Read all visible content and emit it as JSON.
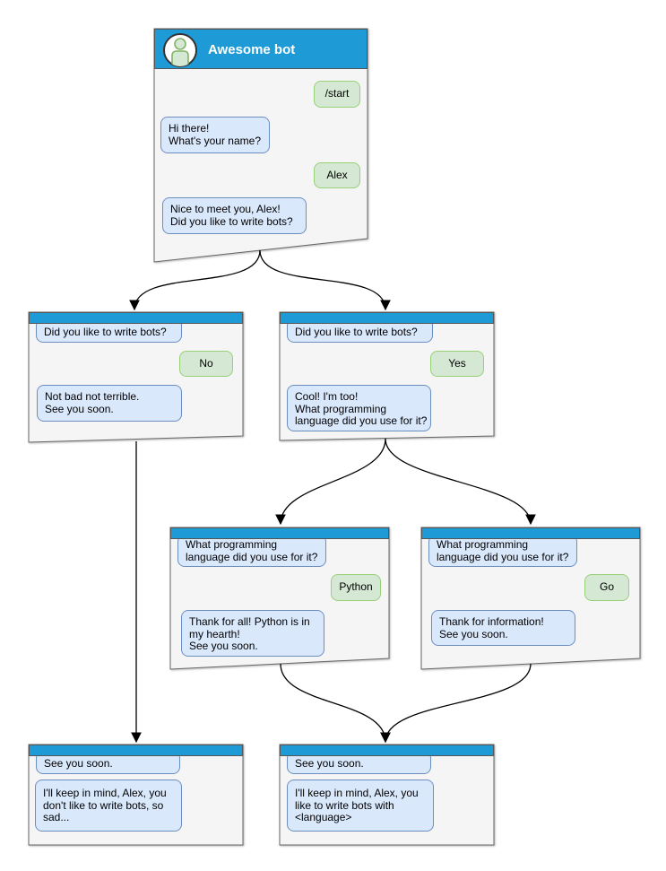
{
  "colors": {
    "header_blue": "#1E9BD7",
    "window_fill": "#F5F5F5",
    "window_border": "#666666",
    "bot_bubble_fill": "#DAE8FC",
    "bot_bubble_border": "#6C8EBF",
    "user_bubble_fill": "#D5E8D4",
    "user_bubble_border": "#97D077",
    "connector": "#000000",
    "title_text": "#FFFFFF"
  },
  "icons": {
    "avatar": "person-icon"
  },
  "windows": [
    {
      "id": "main-chat",
      "title": "Awesome bot",
      "messages": [
        {
          "from": "user",
          "text": "/start"
        },
        {
          "from": "bot",
          "text": "Hi there!\nWhat's your name?"
        },
        {
          "from": "user",
          "text": "Alex"
        },
        {
          "from": "bot",
          "text": "Nice to meet you, Alex!\nDid you like to write bots?"
        }
      ]
    },
    {
      "id": "branch-no",
      "messages": [
        {
          "from": "bot",
          "text": "Did you like to write bots?"
        },
        {
          "from": "user",
          "text": "No"
        },
        {
          "from": "bot",
          "text": "Not bad not terrible.\nSee you soon."
        }
      ]
    },
    {
      "id": "branch-yes",
      "messages": [
        {
          "from": "bot",
          "text": "Did you like to write bots?"
        },
        {
          "from": "user",
          "text": "Yes"
        },
        {
          "from": "bot",
          "text": "Cool! I'm too!\nWhat programming\nlanguage did you use for it?"
        }
      ]
    },
    {
      "id": "lang-python",
      "messages": [
        {
          "from": "bot",
          "text": "What programming\nlanguage did you use for it?"
        },
        {
          "from": "user",
          "text": "Python"
        },
        {
          "from": "bot",
          "text": "Thank for all! Python is in\nmy hearth!\nSee you soon."
        }
      ]
    },
    {
      "id": "lang-go",
      "messages": [
        {
          "from": "bot",
          "text": "What programming\nlanguage did you use for it?"
        },
        {
          "from": "user",
          "text": "Go"
        },
        {
          "from": "bot",
          "text": "Thank for information!\nSee you soon."
        }
      ]
    },
    {
      "id": "final-no",
      "messages": [
        {
          "from": "bot",
          "text": "See you soon."
        },
        {
          "from": "bot",
          "text": "I'll keep in mind, Alex, you\ndon't like to write bots, so\nsad..."
        }
      ]
    },
    {
      "id": "final-language",
      "messages": [
        {
          "from": "bot",
          "text": "See you soon."
        },
        {
          "from": "bot",
          "text": "I'll keep in mind, Alex, you\nlike to write bots with\n<language>"
        }
      ]
    }
  ]
}
